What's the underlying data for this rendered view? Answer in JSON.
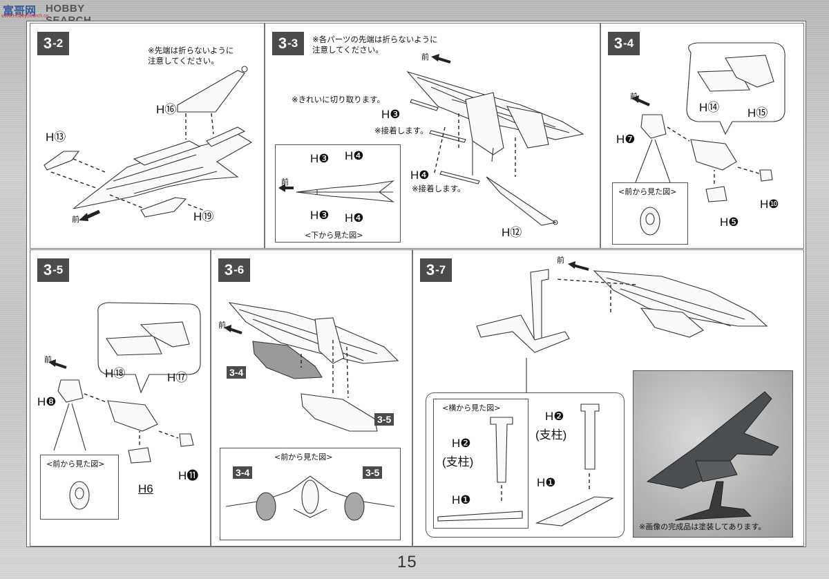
{
  "watermark": {
    "logo": "富哥网",
    "text": "HOBBY SEARCH",
    "url": "www.HobbySearch.cn"
  },
  "page_number": "15",
  "panels": {
    "p32": {
      "step": "3",
      "sub": "-2",
      "note": "※先端は折らないように\n注意してください。",
      "labels": {
        "h16": "H⑯",
        "h13": "H⑬",
        "h19": "H⑲"
      },
      "front": "前"
    },
    "p33": {
      "step": "3",
      "sub": "-3",
      "note_top": "※各パーツの先端は折らないように\n注意してください。",
      "note_cut": "※きれいに切り取ります。",
      "note_glue1": "※接着します。",
      "note_glue2": "※接着します。",
      "labels": {
        "h3": "H❸",
        "h4": "H❹",
        "h12": "H⑫"
      },
      "front": "前",
      "inset": {
        "caption": "<下から見た図>",
        "front": "前",
        "labels": {
          "h3a": "H❸",
          "h4a": "H❹",
          "h3b": "H❸",
          "h4b": "H❹"
        }
      }
    },
    "p34": {
      "step": "3",
      "sub": "-4",
      "labels": {
        "h7": "H❼",
        "h14": "H⑭",
        "h15": "H⑮",
        "h10": "H❿",
        "h5": "H❺"
      },
      "front": "前",
      "inset": {
        "caption": "<前から見た図>"
      }
    },
    "p35": {
      "step": "3",
      "sub": "-5",
      "labels": {
        "h8": "H❽",
        "h18": "H⑱",
        "h17": "H⑰",
        "h11": "H⓫",
        "h6": "H6"
      },
      "front": "前",
      "inset": {
        "caption": "<前から見た図>"
      }
    },
    "p36": {
      "step": "3",
      "sub": "-6",
      "front": "前",
      "refs": {
        "left": "3-4",
        "right": "3-5"
      },
      "inset": {
        "caption": "<前から見た図>",
        "ref_left": "3-4",
        "ref_right": "3-5"
      }
    },
    "p37": {
      "step": "3",
      "sub": "-7",
      "front": "前",
      "inset": {
        "caption": "<横から見た図>",
        "h2_side": "H❷",
        "pillar_side": "(支柱)",
        "h1_side": "H❶",
        "h2_main": "H❷",
        "pillar_main": "(支柱)",
        "h1_main": "H❶"
      },
      "photo_note": "※画像の完成品は塗装してあります。"
    }
  }
}
